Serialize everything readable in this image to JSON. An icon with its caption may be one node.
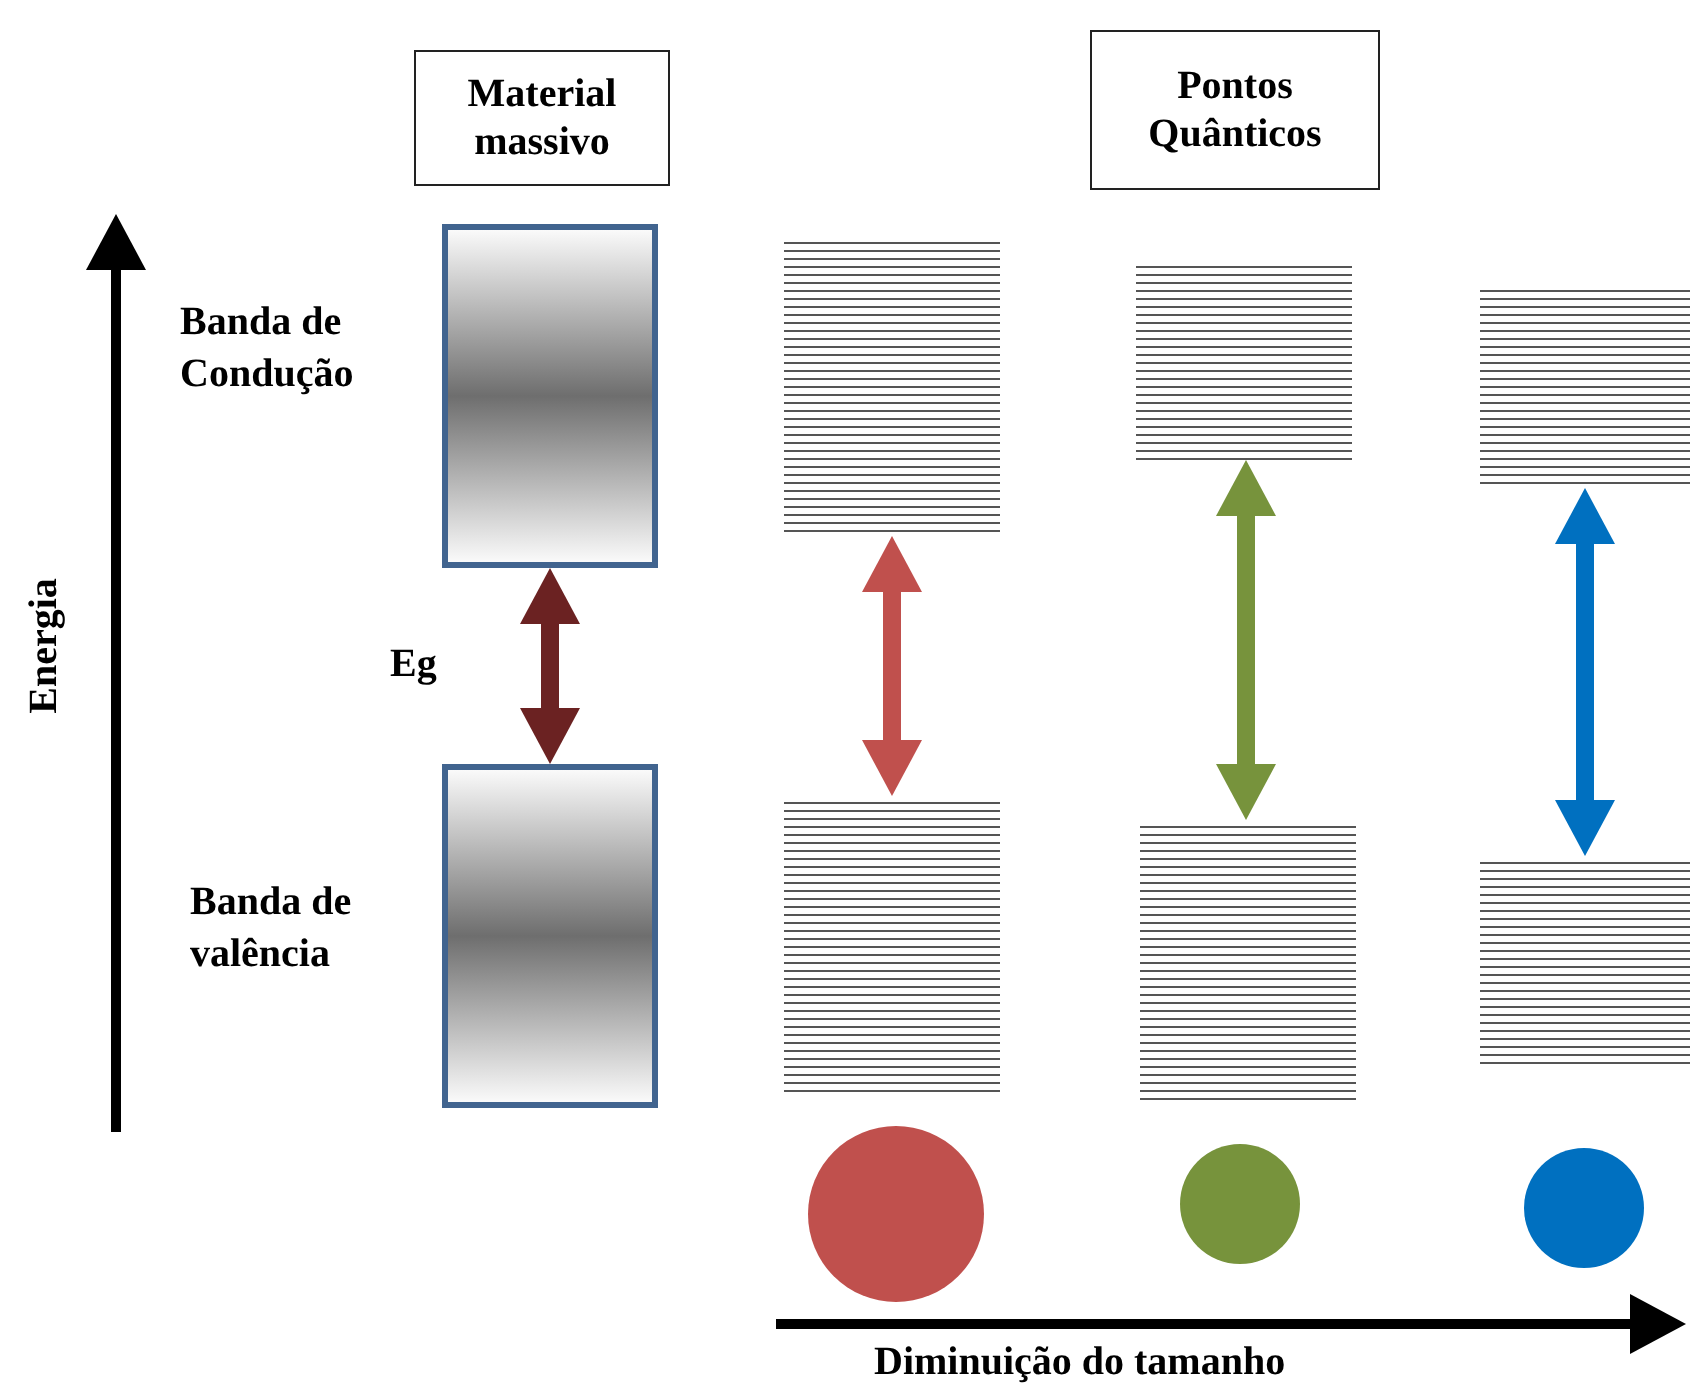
{
  "diagram": {
    "nodes": [
      {
        "text": [
          "Material massivo"
        ]
      },
      {
        "text": [
          "Pontos Quânticos"
        ]
      },
      {
        "text": [],
        "shape": "box"
      },
      {
        "text": [],
        "shape": "box"
      },
      {
        "text": [],
        "shape": "bar"
      },
      {
        "text": [],
        "shape": "bar"
      },
      {
        "text": [],
        "shape": "bar"
      },
      {
        "text": [],
        "shape": "bar"
      },
      {
        "text": [],
        "shape": "bar"
      },
      {
        "text": [],
        "shape": "bar"
      },
      {
        "text": [],
        "shape": "circle"
      },
      {
        "text": [],
        "shape": "circle"
      },
      {
        "text": [],
        "shape": "circle"
      }
    ],
    "edges": [
      {
        "from": 2,
        "to": 3,
        "arrow": "both",
        "label": "Eg",
        "color": "#6b2222"
      },
      {
        "from": 4,
        "to": 5,
        "arrow": "both",
        "color": "#c0504d"
      },
      {
        "from": 6,
        "to": 7,
        "arrow": "both",
        "color": "#77933c"
      },
      {
        "from": 8,
        "to": 9,
        "arrow": "both",
        "color": "#0070c0"
      }
    ],
    "labels": [
      "Banda de Condução",
      "Banda de valência",
      "Energia",
      "Diminuição do tamanho"
    ]
  }
}
